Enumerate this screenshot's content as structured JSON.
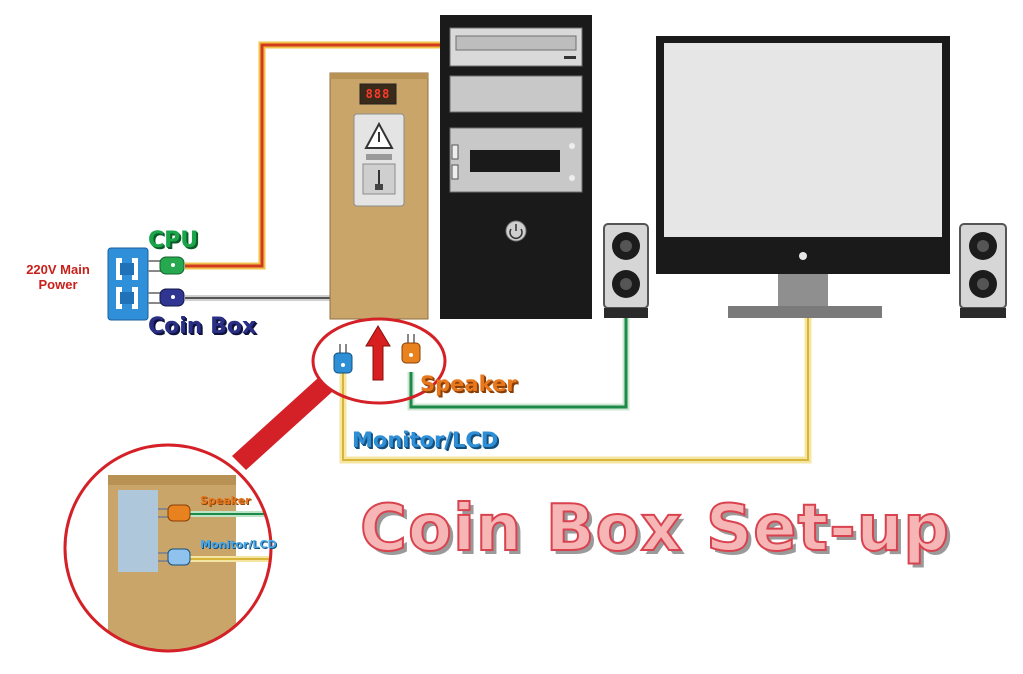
{
  "diagram": {
    "title": "Coin Box Set-up",
    "labels": {
      "cpu": "CPU",
      "coin_box": "Coin Box",
      "main_power": "220V Main Power",
      "speaker": "Speaker",
      "monitor": "Monitor/LCD"
    },
    "coin_box_display": "888",
    "zoom_inset": {
      "speaker": "Speaker",
      "monitor": "Monitor/LCD"
    },
    "colors": {
      "cpu_plug": "#26a84f",
      "coin_box_plug": "#2f3590",
      "speaker_plug": "#e8821e",
      "monitor_plug": "#2e8fd6",
      "callout": "#d42027",
      "power_strip": "#2f8fd8",
      "coin_box_body": "#c9a56a",
      "tower": "#1a1a1a",
      "monitor_screen": "#e6e6e6",
      "title_fill": "#f6b6b6",
      "title_outline": "#d9434f"
    }
  }
}
